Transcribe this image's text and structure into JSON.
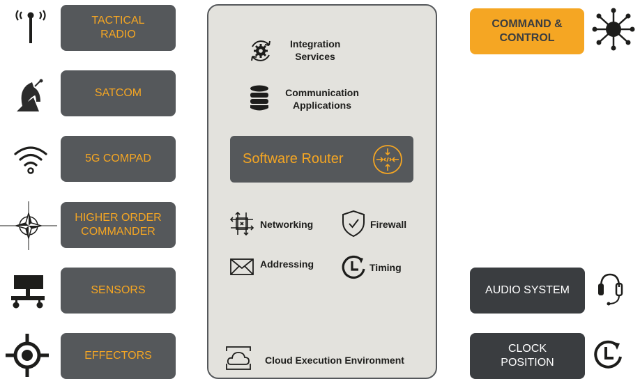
{
  "left_column": [
    {
      "label": "TACTICAL RADIO",
      "icon": "radio-antenna-icon"
    },
    {
      "label": "SATCOM",
      "icon": "satellite-dish-icon"
    },
    {
      "label": "5G COMPAD",
      "icon": "wifi-icon"
    },
    {
      "label": "HIGHER ORDER COMMANDER",
      "icon": "compass-rose-icon"
    },
    {
      "label": "SENSORS",
      "icon": "sensor-cart-icon"
    },
    {
      "label": "EFFECTORS",
      "icon": "crosshair-icon"
    }
  ],
  "center_panel": {
    "integration": "Integration Services",
    "communication": "Communication Applications",
    "router": "Software Router",
    "networking": "Networking",
    "firewall": "Firewall",
    "addressing": "Addressing",
    "timing": "Timing",
    "cloud": "Cloud Execution Environment"
  },
  "right_column": {
    "command": "COMMAND & CONTROL",
    "audio": "AUDIO SYSTEM",
    "clock": "CLOCK POSITION"
  },
  "colors": {
    "accent": "#f5a623",
    "box_dark": "#55585b",
    "box_darker": "#3a3d40",
    "panel_bg": "#e3e2dd"
  }
}
